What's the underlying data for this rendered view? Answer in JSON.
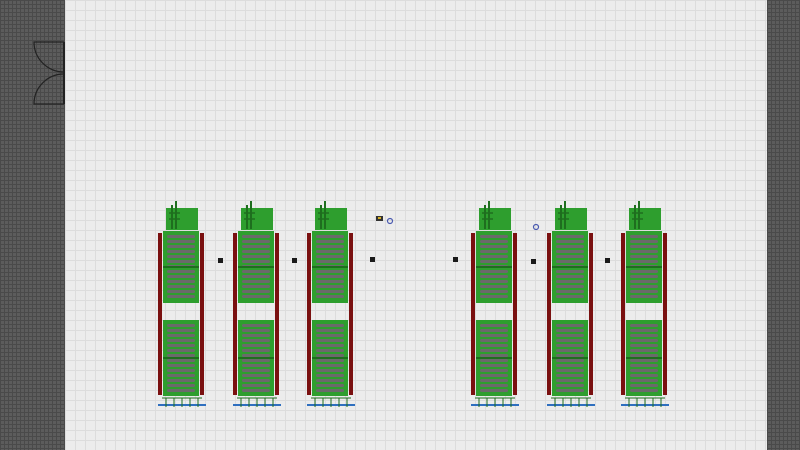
{
  "scene": {
    "colors": {
      "wall": "#5c5c5c",
      "floor": "#ececec",
      "frame_post": "#7a1010",
      "shelf_green": "#2e9e2e",
      "shelf_dark": "#1e6e1e",
      "roller": "#6a6a6a",
      "marker": "#1a1a1a",
      "base_blue": "#2f6fbf"
    },
    "icons": {
      "door": "double-swing-door-icon",
      "robot": "mobile-robot-icon",
      "marker": "floor-marker-icon"
    },
    "rack_count": 6,
    "marker_count": 6,
    "robot_count": 2
  }
}
